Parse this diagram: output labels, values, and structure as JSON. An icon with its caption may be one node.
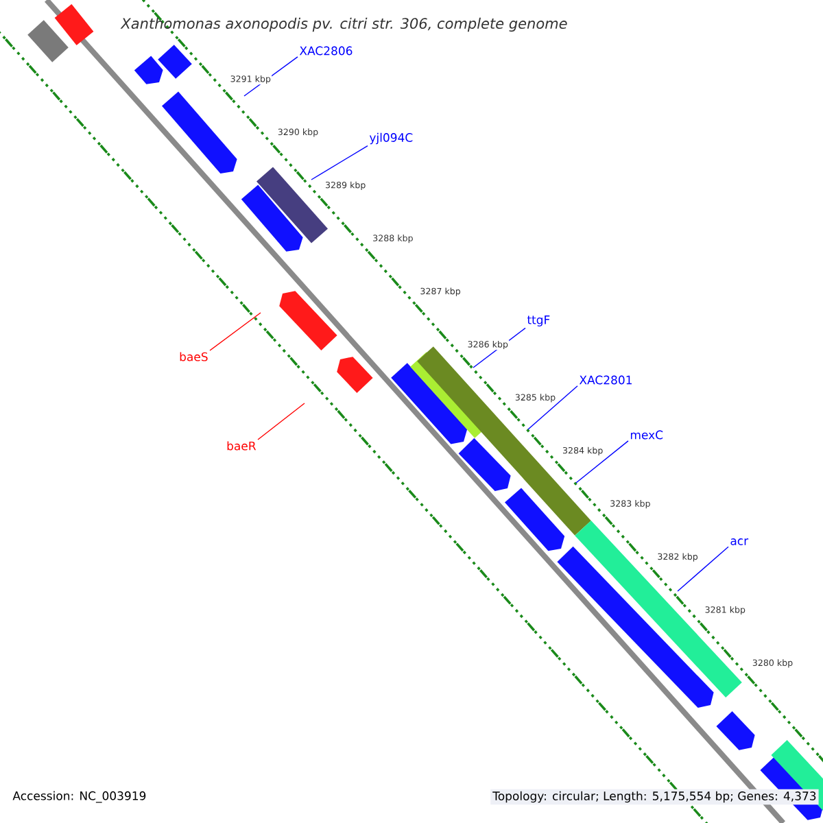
{
  "diagram": {
    "title": "Xanthomonas axonopodis pv. citri str. 306, complete genome",
    "nodes": [
      {
        "text": [
          "XAC2806"
        ]
      },
      {
        "text": [
          "yjl094C"
        ]
      },
      {
        "text": [
          "ttgF"
        ]
      },
      {
        "text": [
          "XAC2801"
        ]
      },
      {
        "text": [
          "mexC"
        ]
      },
      {
        "text": [
          "acr"
        ]
      },
      {
        "text": [
          "baeS"
        ]
      },
      {
        "text": [
          "baeR"
        ]
      }
    ],
    "edges": [
      {
        "from": 0,
        "to": null,
        "arrow": "none",
        "color": "#0000ff"
      },
      {
        "from": 1,
        "to": null,
        "arrow": "none",
        "color": "#0000ff"
      },
      {
        "from": 2,
        "to": null,
        "arrow": "none",
        "color": "#0000ff"
      },
      {
        "from": 3,
        "to": null,
        "arrow": "none",
        "color": "#0000ff"
      },
      {
        "from": 4,
        "to": null,
        "arrow": "none",
        "color": "#0000ff"
      },
      {
        "from": 5,
        "to": null,
        "arrow": "none",
        "color": "#0000ff"
      },
      {
        "from": 6,
        "to": null,
        "arrow": "none",
        "color": "#ff0000"
      },
      {
        "from": 7,
        "to": null,
        "arrow": "none",
        "color": "#ff0000"
      }
    ],
    "labels": [
      "3291 kbp",
      "3290 kbp",
      "3289 kbp",
      "3288 kbp",
      "3287 kbp",
      "3286 kbp",
      "3285 kbp",
      "3284 kbp",
      "3283 kbp",
      "3282 kbp",
      "3281 kbp",
      "3280 kbp",
      "Accession: NC_003919",
      "Topology: circular; Length: 5,175,554 bp; Genes: 4,373"
    ]
  }
}
